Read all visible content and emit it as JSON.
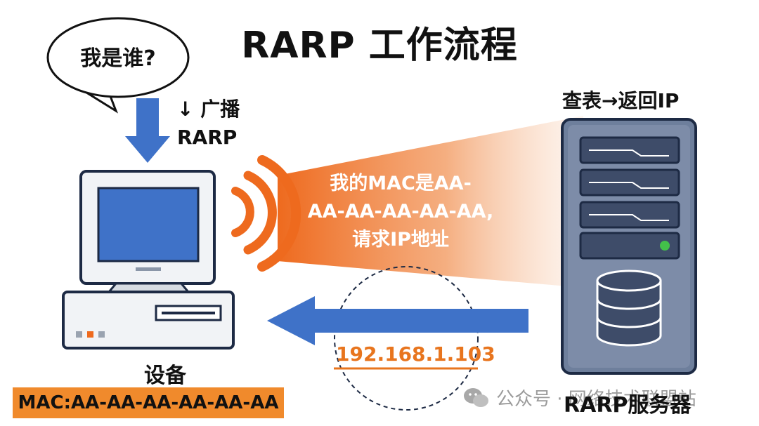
{
  "title": "RARP 工作流程",
  "thought_bubble": "我是谁?",
  "broadcast_label": {
    "line1": "↓ 广播",
    "line2": "RARP"
  },
  "lookup_label": "查表→返回IP",
  "request_message": {
    "line1": "我的MAC是AA-",
    "line2": "AA-AA-AA-AA-AA,",
    "line3": "请求IP地址"
  },
  "reply_ip": "192.168.1.103",
  "device": {
    "label": "设备",
    "mac": "MAC:AA-AA-AA-AA-AA-AA"
  },
  "server_label": "RARP服务器",
  "watermark": "公众号 · 网络技术联盟站",
  "colors": {
    "arrow_blue": "#3f72c8",
    "beam_orange": "#ee6a1e",
    "ip_orange": "#e8751e",
    "mac_bg": "#f08a2c",
    "server_body": "#6e7f9c",
    "led_green": "#43c04a"
  },
  "icons": [
    "thought-bubble-icon",
    "computer-icon",
    "signal-waves-icon",
    "server-tower-icon",
    "database-icon",
    "wechat-icon"
  ]
}
